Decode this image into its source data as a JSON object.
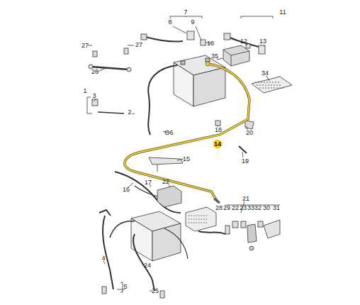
{
  "diagram": {
    "labels": [
      "7",
      "11",
      "8",
      "9",
      "12",
      "13",
      "27",
      "27",
      "10",
      "35",
      "26",
      "34",
      "1",
      "3",
      "2",
      "6",
      "18",
      "20",
      "14",
      "19",
      "15",
      "16",
      "17",
      "22",
      "21",
      "28",
      "29",
      "22",
      "23",
      "33",
      "32",
      "30",
      "31",
      "4",
      "24",
      "5",
      "25"
    ]
  }
}
